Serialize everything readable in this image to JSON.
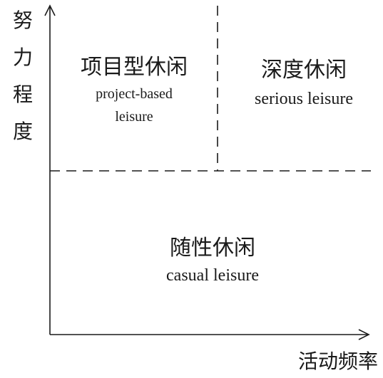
{
  "axes": {
    "y_label_chars": [
      "努",
      "力",
      "程",
      "度"
    ],
    "x_label": "活动频率"
  },
  "quadrants": {
    "project_based": {
      "zh": "项目型休闲",
      "en_line1": "project-based",
      "en_line2": "leisure"
    },
    "serious": {
      "zh": "深度休闲",
      "en": "serious leisure"
    },
    "casual": {
      "zh": "随性休闲",
      "en": "casual leisure"
    }
  },
  "colors": {
    "ink": "#1a1a1a",
    "background": "#ffffff"
  }
}
